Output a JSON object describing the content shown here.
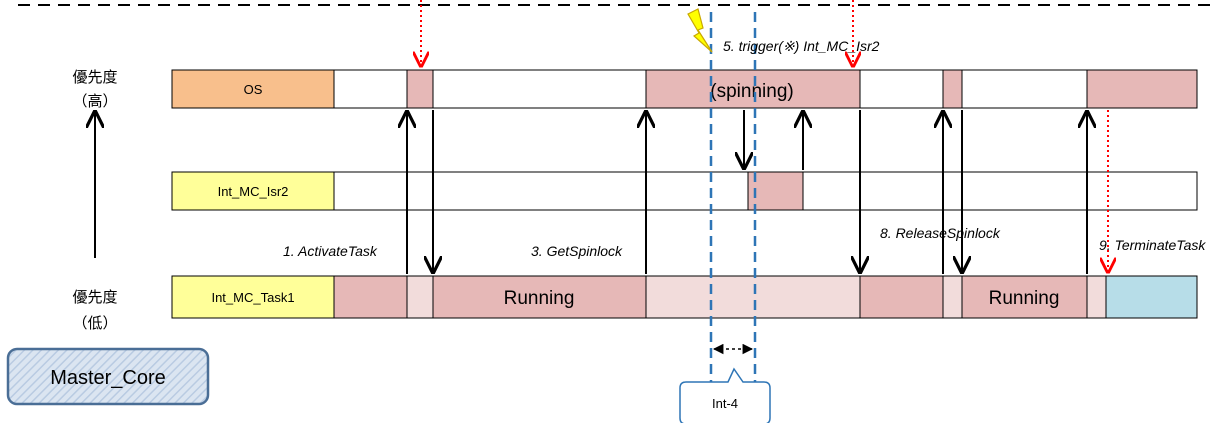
{
  "priority": {
    "high_label": "優先度",
    "high_sub": "（高）",
    "low_label": "優先度",
    "low_sub": "（低）"
  },
  "lanes": {
    "os": "OS",
    "isr": "Int_MC_Isr2",
    "task": "Int_MC_Task1"
  },
  "blocks": {
    "spinning": "(spinning)",
    "running_1": "Running",
    "running_2": "Running"
  },
  "annotations": {
    "activate": "1. ActivateTask",
    "get_spinlock": "3. GetSpinlock",
    "trigger": "5. trigger(※) Int_MC_Isr2",
    "release": "8. ReleaseSpinlock",
    "terminate": "9. TerminateTask"
  },
  "callout": "Int-4",
  "core_badge": "Master_Core",
  "colors": {
    "os_label_fill": "#f8bf8c",
    "lane_label_fill": "#ffff99",
    "active_fill": "#e6b8b7",
    "waiting_fill": "#f2dcdb",
    "idle_fill": "#b7dde8",
    "interrupt_line": "#2e75b6",
    "trigger_arrow": "#ff0000",
    "badge_border": "#4a6e96",
    "badge_fill": "#d7e3f0"
  },
  "icons": [
    "lightning-icon",
    "priority-up-arrow-icon"
  ]
}
